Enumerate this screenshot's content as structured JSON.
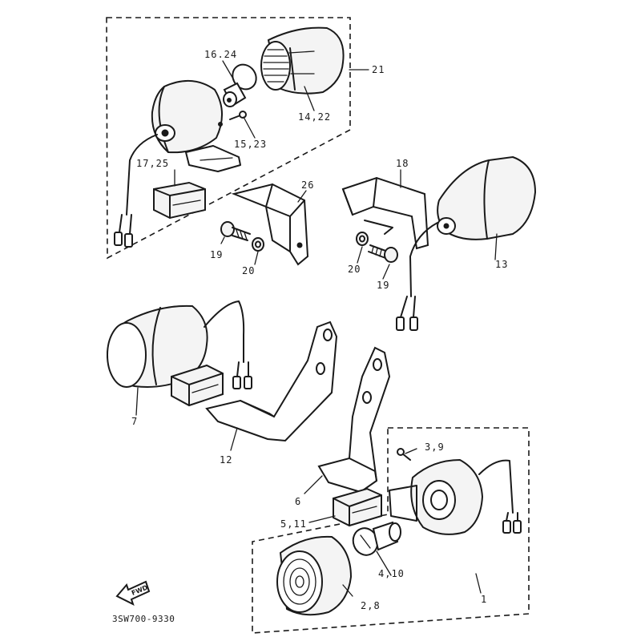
{
  "labels": {
    "p16_24": "16.24",
    "p21": "21",
    "p14_22": "14,22",
    "p15_23": "15,23",
    "p17_25": "17,25",
    "p18": "18",
    "p26": "26",
    "p19a": "19",
    "p20a": "20",
    "p20b": "20",
    "p19b": "19",
    "p13": "13",
    "p7": "7",
    "p12": "12",
    "p3_9": "3,9",
    "p6": "6",
    "p5_11": "5,11",
    "p4_10": "4,10",
    "p2_8": "2,8",
    "p1": "1"
  },
  "front_arrow": "FWD",
  "drawing_code": "3SW700-9330"
}
